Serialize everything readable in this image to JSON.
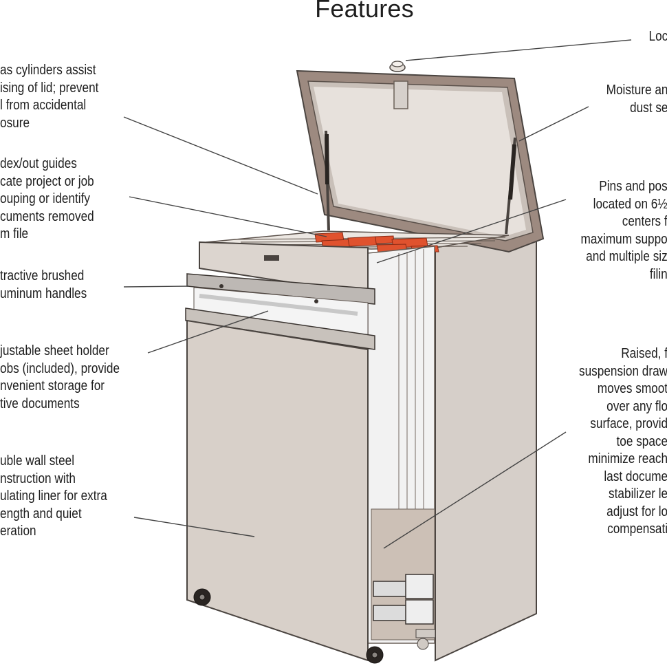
{
  "title": "Features",
  "callouts": {
    "lock": "Loc",
    "gas_cylinders": "as cylinders assist\nising of lid; prevent\nl from accidental\nosure",
    "index_guides": "dex/out guides\ncate project or job\nouping or identify\ncuments removed\nm file",
    "handles": "tractive brushed\numinum handles",
    "sheet_holder": "justable sheet holder\nobs (included), provide\nnvenient storage for\ntive documents",
    "double_wall": "uble wall steel\nnstruction with\nulating liner for extra\nength and quiet\neration",
    "moisture_seal": "Moisture an\ndust se",
    "pins_posts": "Pins and pos\nlocated on 6½\ncenters f\nmaximum suppo\nand multiple siz\nfilin",
    "drawer": "Raised, f\nsuspension draw\nmoves smoot\nover any flo\nsurface, provid\ntoe space\nminimize reach\nlast docume\nstabilizer le\nadjust for lo\ncompensati"
  }
}
